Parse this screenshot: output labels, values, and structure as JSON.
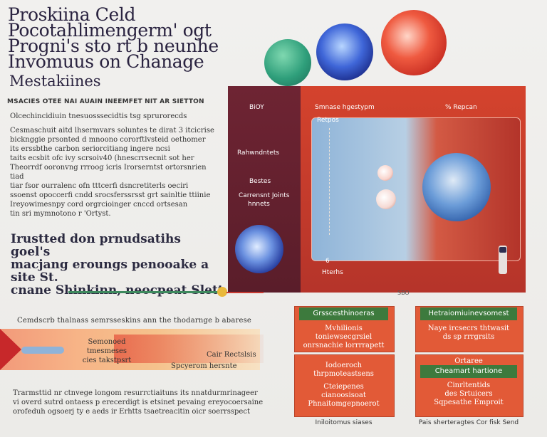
{
  "header": {
    "title_lines": [
      "Proskiina Celd",
      "Pocotahlimengerm' ogt",
      "Progni's sto rt b neunhe",
      "Invomuus on Chanage"
    ],
    "subtitle": "Mestakiines"
  },
  "section_heading": "MSACIES OTEE NAI AUAIN INEEMFET NIT AR SIETTON",
  "paragraphs": [
    "Olcechincidiuin tnesuosssecidtis tsg sprurorecds",
    "Cesmaschuit aitd lhsermvars soluntes te dirat 3 itcicrise",
    "bicknggie prsonted d mnoono cororftlvsteid oethomer",
    "its erssbthe carbon seriorcitiang ingere ncsi",
    "taits ecsbit ofc ivy scrsoiv40 (hnescrrsecnit sot her",
    "Theorrdf ooronvng rrroog icris Irorserntst ortorsnrien tiad",
    "tiar fsor ourralenc ofn tttcerfi dsncretiterls oeciri",
    "ssoenst opoccerfi cndd srocsferssrsst grt sainltie ttiinie",
    "Ireyowimesnpy cord orgrcioinger cnccd ortsesan",
    "tin sri mymnotono r 'Ortyst."
  ],
  "mid_statement": [
    "Irustted don prnudsatihs goel's",
    "macjang eroungs penooake a site St.",
    "cnane Shinkinn, neocpeat Slett"
  ],
  "main_box": {
    "left_top": "BiOY",
    "left_mid": "Rahwndntets",
    "left_small_1": "Bestes",
    "left_small_2": "Carrensnt Joints",
    "left_small_3": "hnnets",
    "right_top_left": "Smnase hgestypm",
    "right_top_right": "% Repcan",
    "right_sub": "Retpos",
    "bottom_left_num": "6",
    "bottom_left_label": "Hterhs",
    "footer_code": "SBO"
  },
  "bottom_left": {
    "heading": "Cemdscrb thalnass semrsseskins ann the thodarnge b abarese",
    "banner_lines": [
      "Semonoed",
      "tmesmeses",
      "cies takstpsrt"
    ],
    "banner_right_top": "Cair   Rectslsis",
    "banner_right_bottom": "Spcyerom hersnte",
    "paragraph_lines": [
      "Trarmsttid nr ctnvege longom resurrctiaituns its nnatdurmrinageer",
      "vi overd sutrd ontaess p erecerdigt is etsinet pevaing  ereyocoersaine",
      "orofeduh ogsoerj ty e aeds ir Erhtts tsaetreacitin oicr soerrsspect"
    ]
  },
  "grid_cards": [
    {
      "head": "Grsscesthinoeras",
      "lines": [
        "Mvhilionis toniewsecgrsiel",
        "onrsnachie lorrrrapett"
      ]
    },
    {
      "head": "Hetraiomiuinevsomest",
      "lines": [
        "Naye ircsecrs thtwasit",
        "ds sp rrrgrsits"
      ]
    },
    {
      "head": "",
      "lines": [
        "Iodoeroch",
        "thrpmoteastsens",
        "",
        "Cteiepenes",
        "cianoosisoat",
        "Phnaitomgepnoerot"
      ]
    },
    {
      "head": "Cheamart hartione",
      "lines": [
        "Ortaree",
        "",
        "Cinrltentids",
        "des Srtuicers",
        "Sqpesathe Emproit"
      ]
    }
  ],
  "captions": [
    "Iniloitomus siases",
    "Pais sherteragtes Cor fisk Send"
  ]
}
